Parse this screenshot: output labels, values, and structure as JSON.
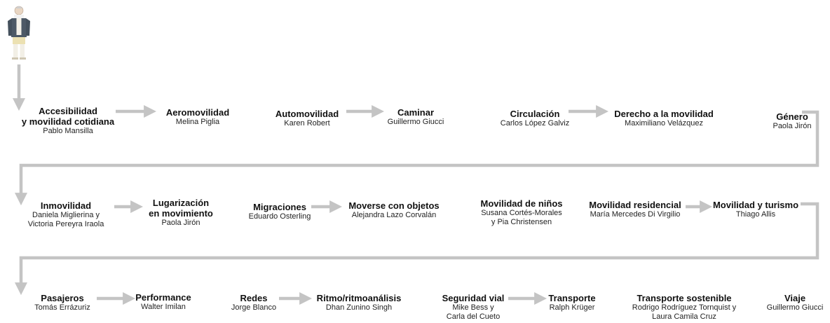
{
  "colors": {
    "connector": "#c4c4c4",
    "text": "#111111"
  },
  "figure_icon": "man-standing-icon",
  "entries": [
    {
      "title": "Accesibilidad\ny movilidad cotidiana",
      "author": "Pablo Mansilla"
    },
    {
      "title": "Aeromovilidad",
      "author": "Melina Piglia"
    },
    {
      "title": "Automovilidad",
      "author": "Karen Robert"
    },
    {
      "title": "Caminar",
      "author": "Guillermo Giucci"
    },
    {
      "title": "Circulación",
      "author": "Carlos López Galviz"
    },
    {
      "title": "Derecho a la movilidad",
      "author": "Maximiliano Velázquez"
    },
    {
      "title": "Género",
      "author": "Paola Jirón"
    },
    {
      "title": "Inmovilidad",
      "author": "Daniela Miglierina y\nVictoria Pereyra Iraola"
    },
    {
      "title": "Lugarización\nen movimiento",
      "author": "Paola Jirón"
    },
    {
      "title": "Migraciones",
      "author": "Eduardo Osterling"
    },
    {
      "title": "Moverse con objetos",
      "author": "Alejandra Lazo Corvalán"
    },
    {
      "title": "Movilidad de niños",
      "author": "Susana Cortés-Morales\ny Pia Christensen"
    },
    {
      "title": "Movilidad residencial",
      "author": "María Mercedes Di Virgilio"
    },
    {
      "title": "Movilidad y turismo",
      "author": "Thiago Allis"
    },
    {
      "title": "Pasajeros",
      "author": "Tomás Errázuriz"
    },
    {
      "title": "Performance",
      "author": "Walter Imilan"
    },
    {
      "title": "Redes",
      "author": "Jorge Blanco"
    },
    {
      "title": "Ritmo/ritmoanálisis",
      "author": "Dhan Zunino Singh"
    },
    {
      "title": "Seguridad vial",
      "author": "Mike Bess y\nCarla del Cueto"
    },
    {
      "title": "Transporte",
      "author": "Ralph Krüger"
    },
    {
      "title": "Transporte sostenible",
      "author": "Rodrigo Rodríguez Tornquist y\nLaura Camila Cruz"
    },
    {
      "title": "Viaje",
      "author": "Guillermo Giucci"
    }
  ]
}
